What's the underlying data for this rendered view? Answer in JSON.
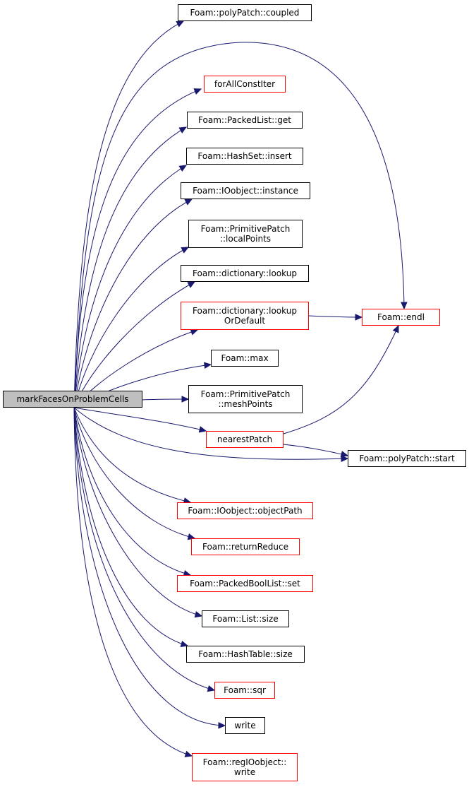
{
  "root": {
    "label": "markFacesOnProblemCells"
  },
  "nodes": [
    {
      "id": "coupled",
      "label": "Foam::polyPatch::coupled",
      "border": "black"
    },
    {
      "id": "forallconstiter",
      "label": "forAllConstIter",
      "border": "red"
    },
    {
      "id": "packedlist_get",
      "label": "Foam::PackedList::get",
      "border": "black"
    },
    {
      "id": "hashset_insert",
      "label": "Foam::HashSet::insert",
      "border": "black"
    },
    {
      "id": "ioobject_instance",
      "label": "Foam::IOobject::instance",
      "border": "black"
    },
    {
      "id": "primitivepatch_localpoints",
      "label": "Foam::PrimitivePatch\n::localPoints",
      "border": "black"
    },
    {
      "id": "dictionary_lookup",
      "label": "Foam::dictionary::lookup",
      "border": "black"
    },
    {
      "id": "dictionary_lookupordefault",
      "label": "Foam::dictionary::lookup\nOrDefault",
      "border": "red"
    },
    {
      "id": "endl",
      "label": "Foam::endl",
      "border": "red"
    },
    {
      "id": "max",
      "label": "Foam::max",
      "border": "black"
    },
    {
      "id": "primitivepatch_meshpoints",
      "label": "Foam::PrimitivePatch\n::meshPoints",
      "border": "black"
    },
    {
      "id": "nearestpatch",
      "label": "nearestPatch",
      "border": "red"
    },
    {
      "id": "polypatch_start",
      "label": "Foam::polyPatch::start",
      "border": "black"
    },
    {
      "id": "ioobject_objectpath",
      "label": "Foam::IOobject::objectPath",
      "border": "red"
    },
    {
      "id": "returnreduce",
      "label": "Foam::returnReduce",
      "border": "red"
    },
    {
      "id": "packedboollist_set",
      "label": "Foam::PackedBoolList::set",
      "border": "red"
    },
    {
      "id": "list_size",
      "label": "Foam::List::size",
      "border": "black"
    },
    {
      "id": "hashtable_size",
      "label": "Foam::HashTable::size",
      "border": "black"
    },
    {
      "id": "sqr",
      "label": "Foam::sqr",
      "border": "red"
    },
    {
      "id": "write",
      "label": "write",
      "border": "black"
    },
    {
      "id": "regioobject_write",
      "label": "Foam::regIOobject::\nwrite",
      "border": "red"
    }
  ],
  "edges": [
    [
      "root",
      "coupled"
    ],
    [
      "root",
      "endl"
    ],
    [
      "root",
      "forallconstiter"
    ],
    [
      "root",
      "packedlist_get"
    ],
    [
      "root",
      "hashset_insert"
    ],
    [
      "root",
      "ioobject_instance"
    ],
    [
      "root",
      "primitivepatch_localpoints"
    ],
    [
      "root",
      "dictionary_lookup"
    ],
    [
      "root",
      "dictionary_lookupordefault"
    ],
    [
      "root",
      "max"
    ],
    [
      "root",
      "primitivepatch_meshpoints"
    ],
    [
      "root",
      "nearestpatch"
    ],
    [
      "root",
      "polypatch_start"
    ],
    [
      "root",
      "ioobject_objectpath"
    ],
    [
      "root",
      "returnreduce"
    ],
    [
      "root",
      "packedboollist_set"
    ],
    [
      "root",
      "list_size"
    ],
    [
      "root",
      "hashtable_size"
    ],
    [
      "root",
      "sqr"
    ],
    [
      "root",
      "write"
    ],
    [
      "root",
      "regioobject_write"
    ],
    [
      "dictionary_lookupordefault",
      "endl"
    ],
    [
      "nearestpatch",
      "endl"
    ],
    [
      "nearestpatch",
      "polypatch_start"
    ]
  ],
  "colors": {
    "edge": "#191970",
    "red_border": "#ff0000",
    "black_border": "#000000",
    "root_fill": "#bfbfbf"
  }
}
